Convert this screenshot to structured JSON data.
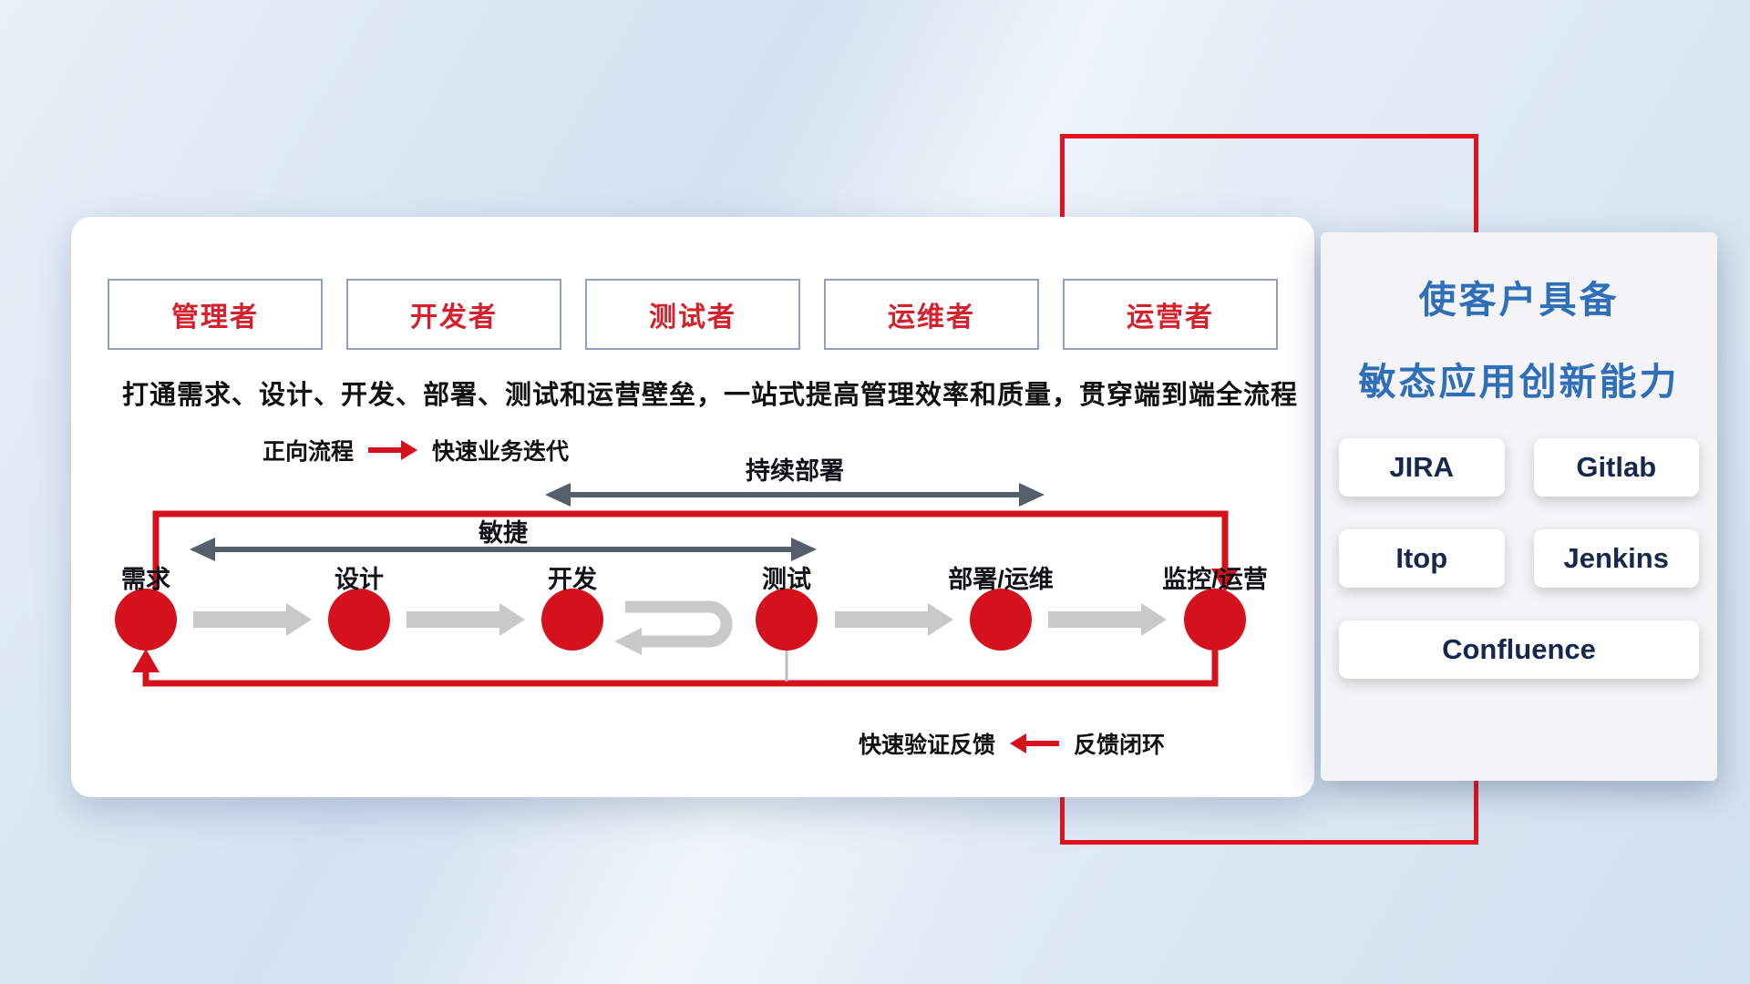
{
  "roles": [
    "管理者",
    "开发者",
    "测试者",
    "运维者",
    "运营者"
  ],
  "subtitle": "打通需求、设计、开发、部署、测试和运营壁垒，一站式提高管理效率和质量，贯穿端到端全流程",
  "legend": {
    "forward_label": "正向流程",
    "forward_desc": "快速业务迭代",
    "feedback_desc": "快速验证反馈",
    "feedback_label": "反馈闭环"
  },
  "flow": {
    "continuous_deploy_label": "持续部署",
    "agile_label": "敏捷",
    "nodes": [
      "需求",
      "设计",
      "开发",
      "测试",
      "部署/运维",
      "监控/运营"
    ]
  },
  "right_panel": {
    "title_line1": "使客户具备",
    "title_line2": "敏态应用创新能力",
    "tools": [
      "JIRA",
      "Gitlab",
      "Itop",
      "Jenkins",
      "Confluence"
    ]
  },
  "colors": {
    "accent_red": "#d6111e",
    "dark_arrow_gray": "#555f6b",
    "light_arrow_gray": "#c9c9c9",
    "title_blue": "#2f6fb9",
    "tool_text_navy": "#16294d",
    "role_text_red": "#d6202b"
  }
}
